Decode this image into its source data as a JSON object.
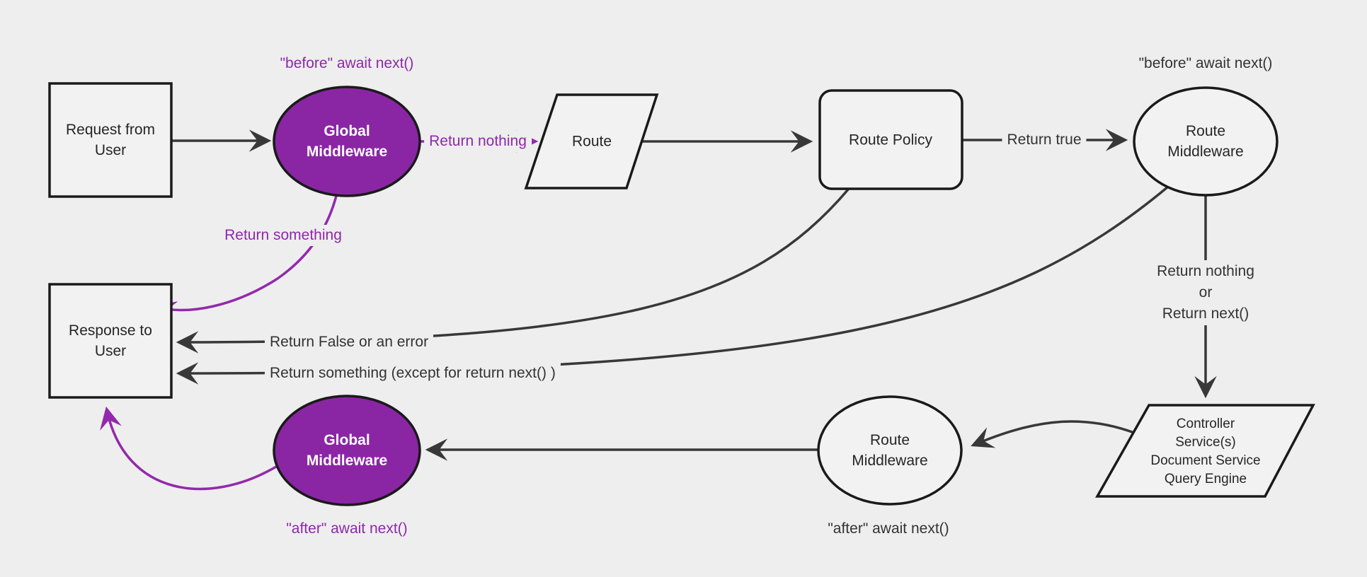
{
  "colors": {
    "background": "#eeeeee",
    "node_fill": "#f2f2f2",
    "node_border": "#1a1a1a",
    "edge": "#383838",
    "purple_fill": "#8a26a4",
    "purple_edge": "#9229ac",
    "purple_text": "#8e28ab",
    "node_text": "#262626",
    "edge_label_text": "#333333",
    "white_text": "#ffffff"
  },
  "nodes": {
    "request": {
      "lines": [
        "Request from",
        "User"
      ]
    },
    "global_middleware_top": {
      "lines": [
        "Global",
        "Middleware"
      ]
    },
    "route": {
      "lines": [
        "Route"
      ]
    },
    "route_policy": {
      "lines": [
        "Route Policy"
      ]
    },
    "route_middleware_top": {
      "lines": [
        "Route",
        "Middleware"
      ]
    },
    "controller": {
      "lines": [
        "Controller",
        "Service(s)",
        "Document Service",
        "Query Engine"
      ]
    },
    "route_middleware_bottom": {
      "lines": [
        "Route",
        "Middleware"
      ]
    },
    "global_middleware_bottom": {
      "lines": [
        "Global",
        "Middleware"
      ]
    },
    "response": {
      "lines": [
        "Response to",
        "User"
      ]
    }
  },
  "edge_labels": {
    "before_await_global": "\"before\" await next()",
    "return_nothing": "Return nothing",
    "return_true": "Return true",
    "before_await_route": "\"before\" await next()",
    "return_nothing_or": [
      "Return nothing",
      "or",
      "Return next()"
    ],
    "return_something": "Return something",
    "return_false_or_error": "Return False or an error",
    "return_something_except": "Return something (except for return next() )",
    "after_await_route": "\"after\" await next()",
    "after_await_global": "\"after\" await next()"
  }
}
